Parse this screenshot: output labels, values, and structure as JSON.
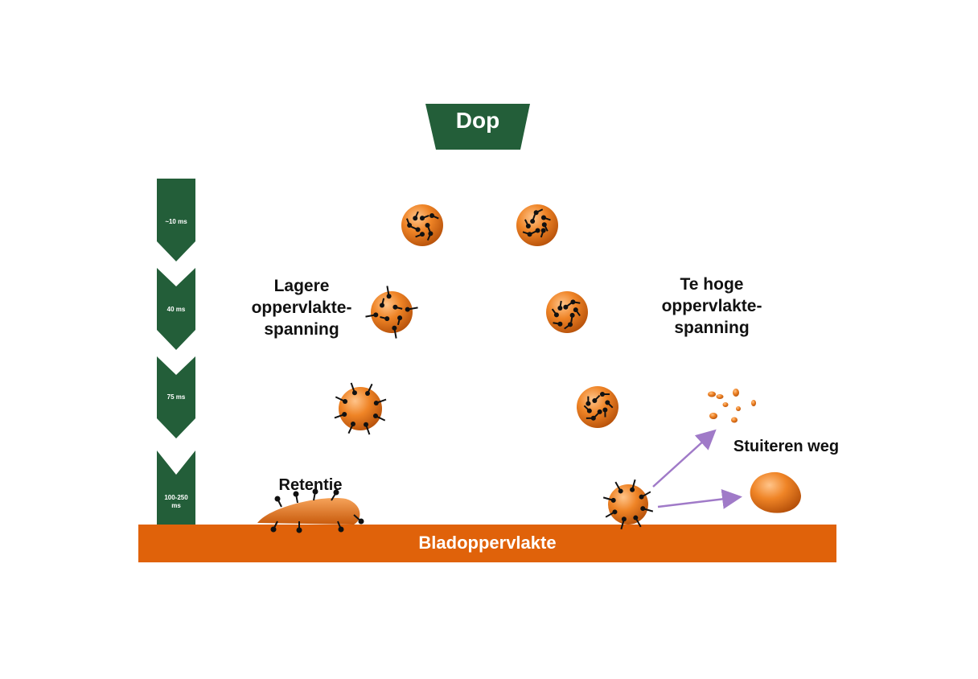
{
  "nozzle": {
    "label": "Dop"
  },
  "timeline": {
    "steps": [
      {
        "label": "~10 ms"
      },
      {
        "label": "40 ms"
      },
      {
        "label": "75 ms"
      },
      {
        "label": "100-250 ms",
        "label_line1": "100-250",
        "label_line2": "ms"
      }
    ]
  },
  "left_branch": {
    "title_lines": [
      "Lagere",
      "oppervlakte-",
      "spanning"
    ],
    "outcome": "Retentie"
  },
  "right_branch": {
    "title_lines": [
      "Te hoge",
      "oppervlakte-",
      "spanning"
    ],
    "outcome": "Stuiteren weg"
  },
  "surface": {
    "label": "Bladoppervlakte"
  },
  "colors": {
    "dark_green": "#235e39",
    "orange": "#e0620a",
    "droplet": "#ee7f1c",
    "droplet_dark": "#b24d08",
    "arrow": "#a07ac8",
    "surfactant": "#111111"
  }
}
